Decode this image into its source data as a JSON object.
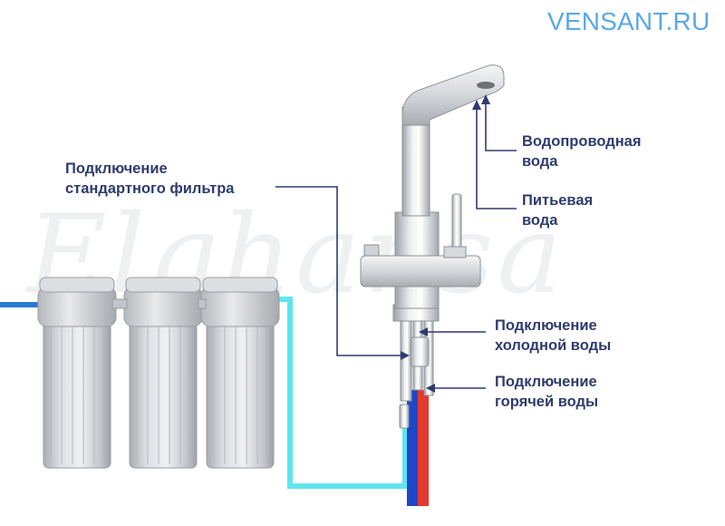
{
  "watermark": {
    "site": "VENSANT.RU",
    "brand_script": "Elghansa"
  },
  "labels": {
    "tap_water": [
      "Водопроводная",
      "вода"
    ],
    "drinking_water": [
      "Питьевая",
      "вода"
    ],
    "filter_connection": [
      "Подключение",
      "стандартного фильтра"
    ],
    "cold_connection": [
      "Подключение",
      "холодной воды"
    ],
    "hot_connection": [
      "Подключение",
      "горячей воды"
    ]
  },
  "colors": {
    "label_text": "#2f3b6e",
    "leader_line": "#2f3b6e",
    "filter_hose": "#5fe6f0",
    "inlet_hose": "#2a7bd4",
    "cold_hose": "#1d47c8",
    "hot_hose": "#e23a2c",
    "chrome": "#c9cdd2",
    "filter_body": "#c8cbcf",
    "brand_text": "#5aa9e6"
  },
  "filters": [
    "filter-housing-1",
    "filter-housing-2",
    "filter-housing-3"
  ]
}
